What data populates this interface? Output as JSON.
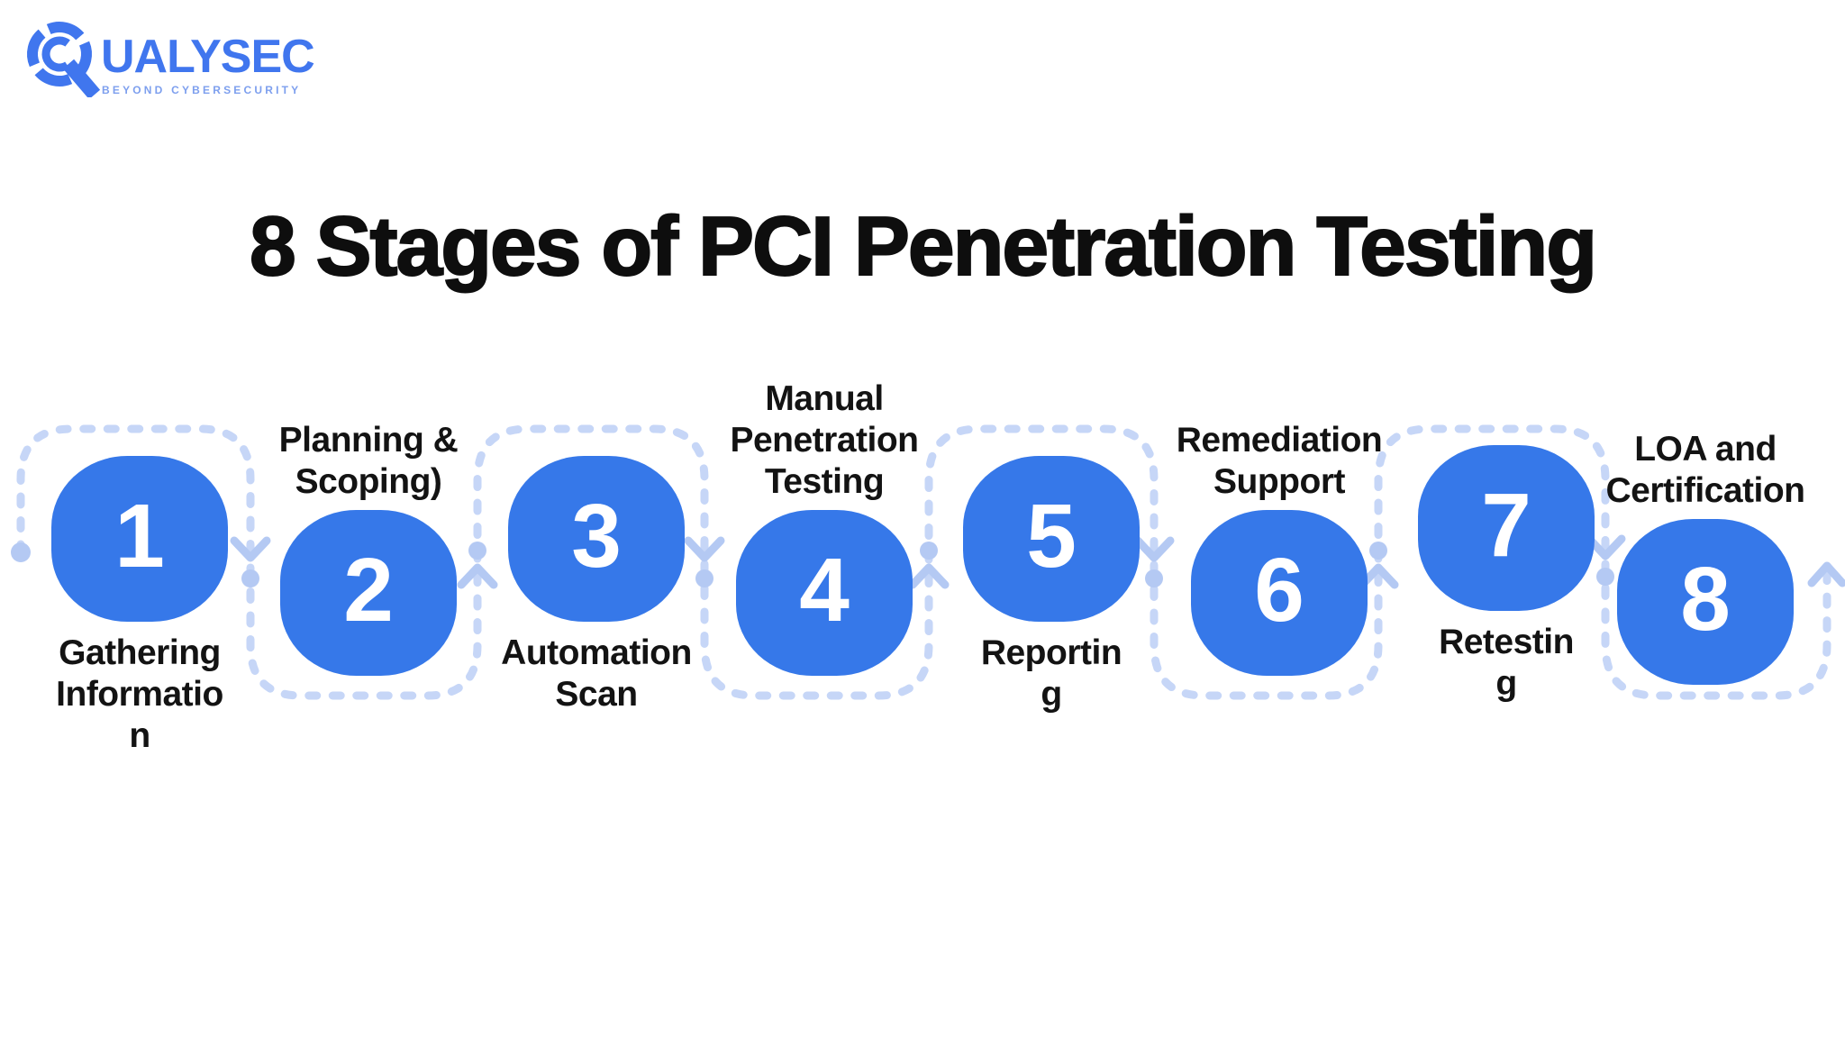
{
  "logo": {
    "brand_full": "QUALYSEC",
    "brand_wordmark": "UALYSEC",
    "tagline": "BEYOND CYBERSECURITY",
    "icon": "stylized-q-shutter-icon",
    "color": "#4076EE",
    "tagline_color": "#7D9FEE"
  },
  "title": "8 Stages of PCI Penetration Testing",
  "diagram": {
    "type": "process-flow",
    "node_color": "#3678E9",
    "connector_color": "#C6D6F7",
    "marker_color": "#B4C9F3",
    "number_color": "#FFFFFF",
    "label_color": "#131313"
  },
  "stages": [
    {
      "number": "1",
      "label": "Gathering\nInformatio\nn",
      "label_position": "below"
    },
    {
      "number": "2",
      "label": "Planning &\nScoping)",
      "label_position": "above"
    },
    {
      "number": "3",
      "label": "Automation\nScan",
      "label_position": "below"
    },
    {
      "number": "4",
      "label": "Manual\nPenetration\nTesting",
      "label_position": "above"
    },
    {
      "number": "5",
      "label": "Reportin\ng",
      "label_position": "below"
    },
    {
      "number": "6",
      "label": "Remediation\nSupport",
      "label_position": "above"
    },
    {
      "number": "7",
      "label": "Retestin\ng",
      "label_position": "below"
    },
    {
      "number": "8",
      "label": "LOA and\nCertification",
      "label_position": "above"
    }
  ]
}
